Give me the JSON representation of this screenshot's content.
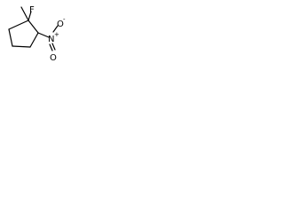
{
  "molecule": {
    "atoms": [
      {
        "symbol": "F"
      },
      {
        "symbol": "N",
        "charge": "+"
      },
      {
        "symbol": "O",
        "charge": "-"
      },
      {
        "symbol": "O"
      }
    ],
    "substituents": [
      "methyl",
      "fluoro",
      "nitro"
    ],
    "ring": "cyclopentane"
  }
}
